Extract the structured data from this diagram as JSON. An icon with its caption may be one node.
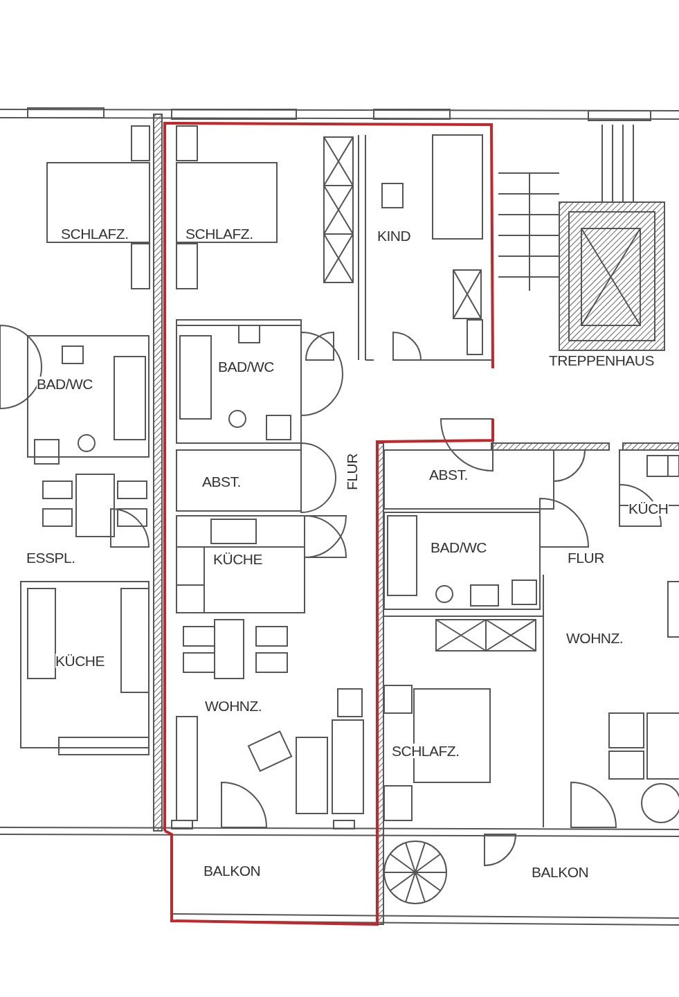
{
  "diagram": {
    "labels": [
      "SCHLAFZ.",
      "SCHLAFZ.",
      "KIND",
      "BAD/WC",
      "BAD/WC",
      "TREPPENHAUS",
      "ABST.",
      "FLUR",
      "ABST.",
      "KÜCH",
      "BAD/WC",
      "ESSPL.",
      "KÜCHE",
      "FLUR",
      "WOHNZ.",
      "KÜCHE",
      "WOHNZ.",
      "SCHLAFZ.",
      "BALKON",
      "BALKON"
    ]
  }
}
